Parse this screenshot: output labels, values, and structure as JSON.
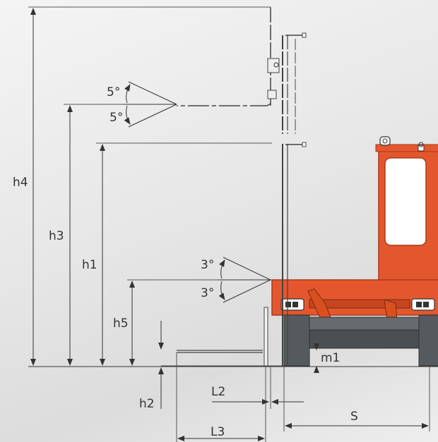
{
  "labels": {
    "h4": "h4",
    "h3": "h3",
    "h1": "h1",
    "h5": "h5",
    "h2": "h2",
    "m1": "m1",
    "L2": "L2",
    "L3": "L3",
    "S": "S",
    "tilt_up_top": "5°",
    "tilt_down_top": "5°",
    "tilt_up_bottom": "3°",
    "tilt_down_bottom": "3°"
  },
  "colors": {
    "body": "#e4572e",
    "body_dark": "#c8451f",
    "frame": "#555a5e",
    "wheel": "#4a4f53",
    "line": "#333333"
  }
}
